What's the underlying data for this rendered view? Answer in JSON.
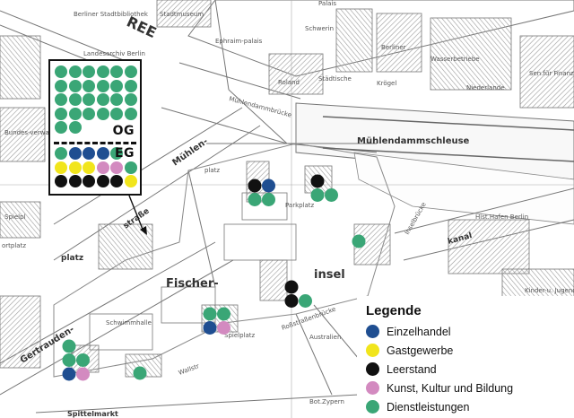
{
  "colors": {
    "einzelhandel": "#1f4e91",
    "gastgewerbe": "#f1e51c",
    "leerstand": "#111111",
    "kunst": "#d38ac0",
    "dienstleistungen": "#3aa676",
    "map_line": "#8a8a8a",
    "building_hatch": "#b0b0b0"
  },
  "legend": {
    "title": "Legende",
    "items": [
      {
        "key": "einzelhandel",
        "label": "Einzelhandel"
      },
      {
        "key": "gastgewerbe",
        "label": "Gastgewerbe"
      },
      {
        "key": "leerstand",
        "label": "Leerstand"
      },
      {
        "key": "kunst",
        "label": "Kunst, Kultur und Bildung"
      },
      {
        "key": "dienstleistungen",
        "label": "Dienstleistungen"
      }
    ]
  },
  "inset": {
    "og_label": "OG",
    "eg_label": "EG",
    "og_rows": [
      [
        "dienstleistungen",
        "dienstleistungen",
        "dienstleistungen",
        "dienstleistungen",
        "dienstleistungen",
        "dienstleistungen"
      ],
      [
        "dienstleistungen",
        "dienstleistungen",
        "dienstleistungen",
        "dienstleistungen",
        "dienstleistungen",
        "dienstleistungen"
      ],
      [
        "dienstleistungen",
        "dienstleistungen",
        "dienstleistungen",
        "dienstleistungen",
        "dienstleistungen",
        "dienstleistungen"
      ],
      [
        "dienstleistungen",
        "dienstleistungen",
        "dienstleistungen",
        "dienstleistungen",
        "dienstleistungen",
        "dienstleistungen"
      ],
      [
        "dienstleistungen",
        "dienstleistungen"
      ]
    ],
    "eg_rows": [
      [
        "dienstleistungen",
        "einzelhandel",
        "einzelhandel",
        "einzelhandel",
        "dienstleistungen"
      ],
      [
        "gastgewerbe",
        "gastgewerbe",
        "gastgewerbe",
        "kunst",
        "kunst",
        "dienstleistungen"
      ],
      [
        "leerstand",
        "leerstand",
        "leerstand",
        "leerstand",
        "leerstand",
        "gastgewerbe"
      ]
    ]
  },
  "clusters": [
    {
      "name": "cluster-fischerinsel-north",
      "dots": [
        [
          "leerstand",
          "einzelhandel"
        ],
        [
          "dienstleistungen",
          "dienstleistungen"
        ]
      ]
    },
    {
      "name": "cluster-parkplatz",
      "dots": [
        [
          "leerstand"
        ],
        [
          "dienstleistungen",
          "dienstleistungen"
        ]
      ]
    },
    {
      "name": "cluster-east",
      "dots": [
        [
          "dienstleistungen"
        ]
      ]
    },
    {
      "name": "cluster-insel-center",
      "dots": [
        [
          "leerstand"
        ],
        [
          "leerstand",
          "dienstleistungen"
        ]
      ]
    },
    {
      "name": "cluster-spielplatz",
      "dots": [
        [
          "dienstleistungen",
          "dienstleistungen"
        ],
        [
          "einzelhandel",
          "kunst"
        ]
      ]
    },
    {
      "name": "cluster-southwest",
      "dots": [
        [
          "dienstleistungen"
        ],
        [
          "dienstleistungen",
          "dienstleistungen"
        ],
        [
          "einzelhandel",
          "kunst"
        ]
      ]
    },
    {
      "name": "cluster-south",
      "dots": [
        [
          "dienstleistungen"
        ]
      ]
    }
  ],
  "map_labels": {
    "berliner_stadtbibliothek": "Berliner Stadtbibliothek",
    "stadtmuseum": "Stadtmuseum",
    "ephraim_palais": "Ephraim-palais",
    "landesarchiv": "Landesarchiv Berlin",
    "palais": "Palais",
    "schwerin": "Schwerin",
    "berliner": "Berliner",
    "wasserbetriebe": "Wasserbetriebe",
    "sen_fuer_finanzen": "Sen.für Finanzen",
    "staedtische": "Städtische",
    "kroegel": "Krögel",
    "niederlande": "Niederlande",
    "roland": "Roland",
    "muehlendammbruecke": "Mühlendammbrücke",
    "muehlendammschleuse": "Mühlendammschleuse",
    "muehlen": "Mühlen-",
    "strasse": "straße",
    "platz": "platz",
    "fischer": "Fischer-",
    "insel": "insel",
    "parkplatz": "Parkplatz",
    "spielplatz": "Spielplatz",
    "schwimmhalle": "Schwimmhalle",
    "gertrauden": "Gertrauden-",
    "hist_hafen": "Hist.Hafen Berlin",
    "kanal": "kanal",
    "spittelmarkt": "Spittelmarkt",
    "kinder_und_jugendclub": "Kinder-u. Jugendclub",
    "bot_zypern": "Bot.Zypern",
    "australien": "Australien",
    "spielpl": "Spielpl",
    "portplatz": "ortplatz",
    "bundesverwalt": "Bundes-verwalt",
    "ree": "REE",
    "inselbruecke": "Inselbrücke",
    "rossstrassenbruecke": "Roßstraßenbrücke",
    "wallstr": "Wallstr"
  }
}
